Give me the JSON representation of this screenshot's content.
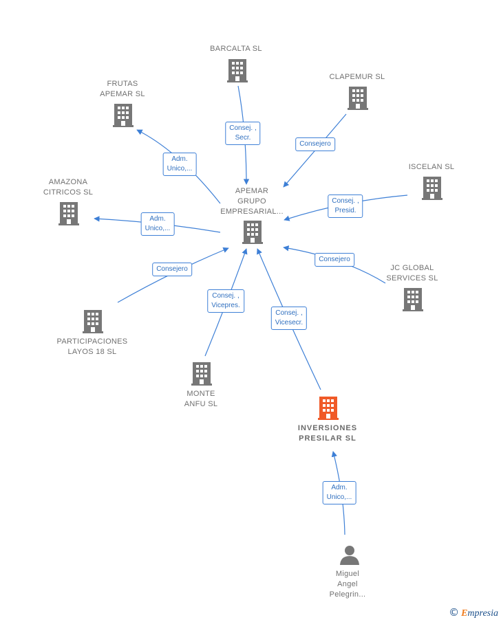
{
  "colors": {
    "building": "#777777",
    "focus_building": "#f05a28",
    "person": "#777777",
    "edge": "#3d7fd6"
  },
  "nodes": {
    "apemar": {
      "label": "APEMAR\nGRUPO\nEMPRESARIAL...",
      "icon": "building-icon"
    },
    "barcalta": {
      "label": "BARCALTA  SL",
      "icon": "building-icon"
    },
    "frutas": {
      "label": "FRUTAS\nAPEMAR SL",
      "icon": "building-icon"
    },
    "clapemur": {
      "label": "CLAPEMUR  SL",
      "icon": "building-icon"
    },
    "iscelan": {
      "label": "ISCELAN  SL",
      "icon": "building-icon"
    },
    "amazona": {
      "label": "AMAZONA\nCITRICOS  SL",
      "icon": "building-icon"
    },
    "jcglobal": {
      "label": "JC GLOBAL\nSERVICES  SL",
      "icon": "building-icon"
    },
    "participaciones": {
      "label": "PARTICIPACIONES\nLAYOS 18  SL",
      "icon": "building-icon"
    },
    "monte": {
      "label": "MONTE\nANFU  SL",
      "icon": "building-icon"
    },
    "inversiones": {
      "label": "INVERSIONES\nPRESILAR  SL",
      "icon": "building-icon"
    },
    "miguel": {
      "label": "Miguel\nAngel\nPelegrin...",
      "icon": "person-icon"
    }
  },
  "edges": {
    "barcalta_apemar": "Consej. ,\nSecr.",
    "clapemur_apemar": "Consejero",
    "apemar_frutas": "Adm.\nUnico,...",
    "iscelan_apemar": "Consej. ,\nPresid.",
    "apemar_amazona": "Adm.\nUnico,...",
    "jcglobal_apemar": "Consejero",
    "participaciones_apemar": "Consejero",
    "monte_apemar": "Consej. ,\nVicepres.",
    "inversiones_apemar": "Consej. ,\nVicesecr.",
    "miguel_inversiones": "Adm.\nUnico,..."
  },
  "brand": {
    "copyright": "©",
    "initial": "E",
    "rest": "mpresia"
  }
}
